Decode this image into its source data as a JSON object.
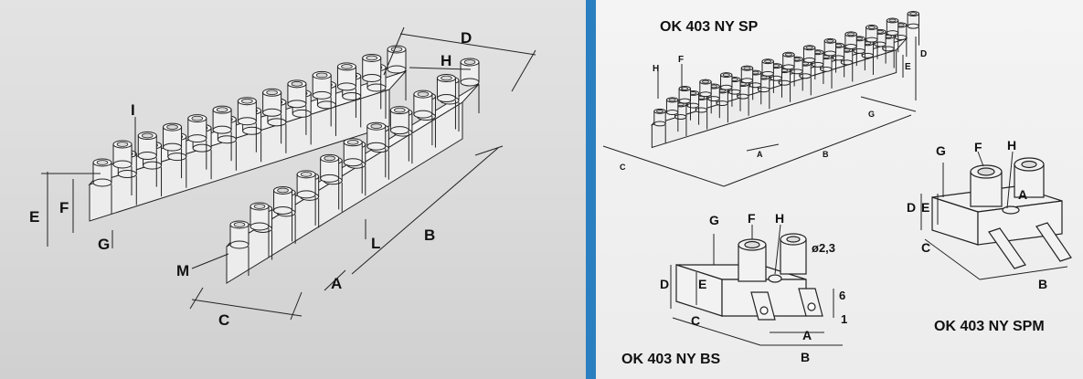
{
  "left_panel": {
    "labels": {
      "D": "D",
      "H": "H",
      "I": "I",
      "E": "E",
      "F": "F",
      "G": "G",
      "B": "B",
      "L": "L",
      "M": "M",
      "A": "A",
      "C": "C"
    }
  },
  "right_panel": {
    "titles": {
      "sp": "OK 403 NY SP",
      "bs": "OK 403 NY BS",
      "spm": "OK 403 NY SPM"
    },
    "sp_labels": {
      "H": "H",
      "F": "F",
      "D": "D",
      "E": "E",
      "G": "G",
      "C": "C",
      "A": "A",
      "B": "B"
    },
    "bs_labels": {
      "G": "G",
      "F": "F",
      "H": "H",
      "D": "D",
      "E": "E",
      "C": "C",
      "hole": "ø2,3",
      "six": "6",
      "one": "1",
      "A": "A",
      "B": "B"
    },
    "spm_labels": {
      "G": "G",
      "F": "F",
      "H": "H",
      "D": "D",
      "E": "E",
      "A": "A",
      "C": "C",
      "B": "B"
    }
  },
  "colors": {
    "separator": "#2a7fc0",
    "line": "#222222"
  }
}
